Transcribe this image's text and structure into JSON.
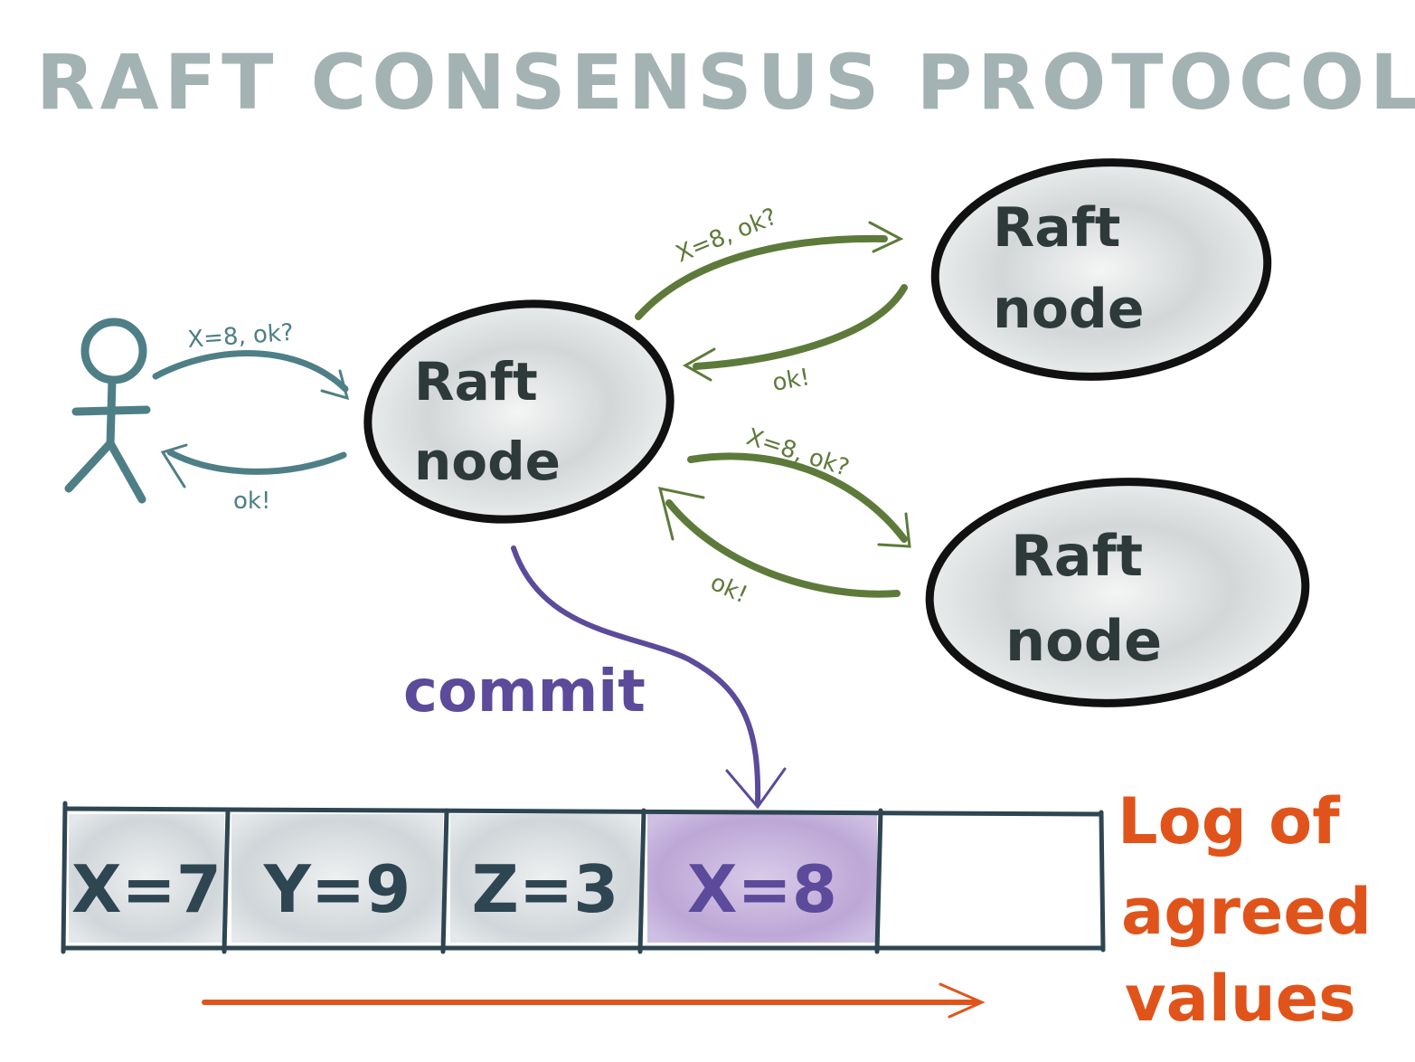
{
  "title": "RAFT CONSENSUS PROTOCOL",
  "colors": {
    "title": "#a3b3b3",
    "client": "#4e7f86",
    "follower_arrows": "#5e7a3a",
    "commit": "#5c4a9a",
    "log_label": "#e0541b",
    "node_outline": "#111111",
    "node_text": "#2e3a3a",
    "log_border": "#2e4552",
    "highlight_cell": "#bba6d4"
  },
  "client": {
    "icon": "stick-figure-icon",
    "request_label": "X=8, ok?",
    "response_label": "ok!"
  },
  "leader": {
    "line1": "Raft",
    "line2": "node"
  },
  "follower_top": {
    "line1": "Raft",
    "line2": "node",
    "request_label": "X=8, ok?",
    "response_label": "ok!"
  },
  "follower_bottom": {
    "line1": "Raft",
    "line2": "node",
    "request_label": "X=8, ok?",
    "response_label": "ok!"
  },
  "commit_label": "commit",
  "log": {
    "entries": [
      "X=7",
      "Y=9",
      "Z=3",
      "X=8"
    ],
    "highlighted_index": 3,
    "label_lines": [
      "Log of",
      "agreed",
      "values"
    ]
  }
}
